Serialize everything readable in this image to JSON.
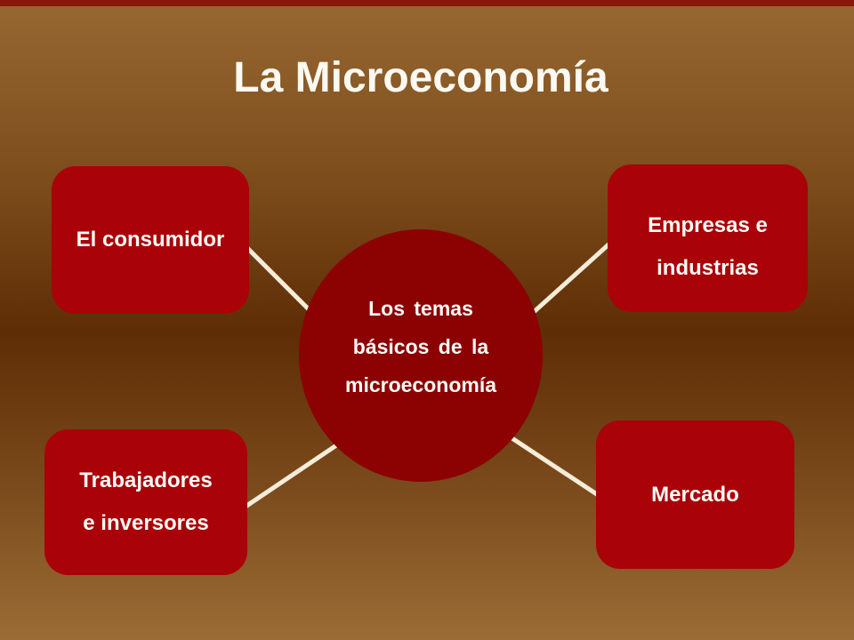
{
  "slide": {
    "title": "La Microeconomía",
    "center": {
      "lines": [
        "Los temas",
        "básicos de la",
        "microeconomía"
      ]
    },
    "nodes": {
      "top_left": {
        "lines": [
          "El consumidor"
        ]
      },
      "top_right": {
        "lines": [
          "Empresas e",
          "industrias"
        ]
      },
      "bottom_left": {
        "lines": [
          "Trabajadores",
          "e inversores"
        ]
      },
      "bottom_right": {
        "lines": [
          "Mercado"
        ]
      }
    },
    "colors": {
      "background_top": "#986832",
      "background_middle": "#5e2d05",
      "background_bottom": "#9c6c36",
      "top_border": "#87170a",
      "node_red": "#a90208",
      "circle_red": "#8c0202",
      "connector": "#f5ecd9",
      "text": "#fdfcf7"
    }
  }
}
